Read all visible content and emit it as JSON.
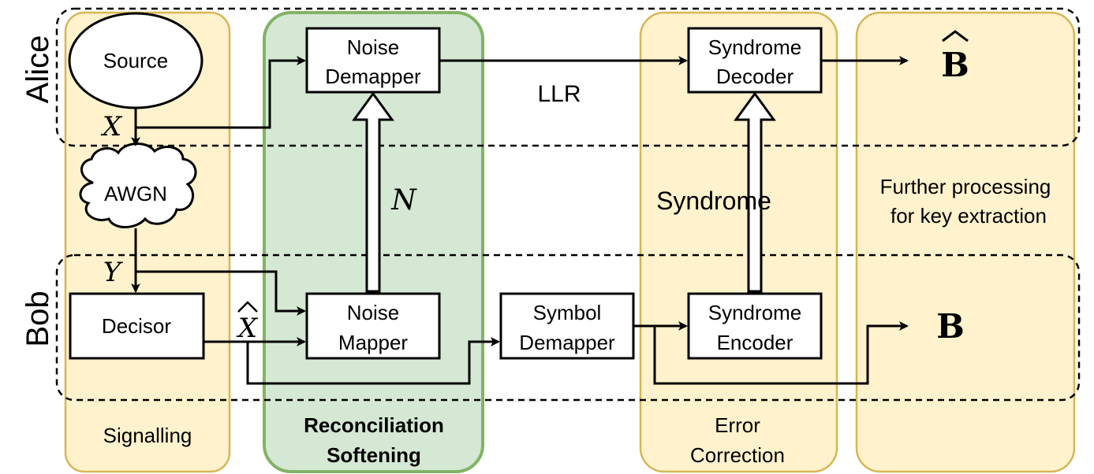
{
  "colors": {
    "yellow_fill": "#fff2cc",
    "yellow_stroke": "#d6b656",
    "green_fill": "#d5e8d4",
    "green_stroke": "#82b366"
  },
  "parties": {
    "alice": "Alice",
    "bob": "Bob"
  },
  "columns": {
    "signalling": "Signalling",
    "reconciliation_line1": "Reconciliation",
    "reconciliation_line2": "Softening",
    "error_line1": "Error",
    "error_line2": "Correction",
    "further_line1": "Further processing",
    "further_line2": "for key extraction"
  },
  "blocks": {
    "source": "Source",
    "awgn": "AWGN",
    "decisor": "Decisor",
    "noise_demapper_line1": "Noise",
    "noise_demapper_line2": "Demapper",
    "noise_mapper_line1": "Noise",
    "noise_mapper_line2": "Mapper",
    "symbol_demapper_line1": "Symbol",
    "symbol_demapper_line2": "Demapper",
    "syndrome_decoder_line1": "Syndrome",
    "syndrome_decoder_line2": "Decoder",
    "syndrome_encoder_line1": "Syndrome",
    "syndrome_encoder_line2": "Encoder"
  },
  "signals": {
    "x": "X",
    "y": "Y",
    "x_hat": "X",
    "n": "N",
    "llr": "LLR",
    "syndrome": "Syndrome",
    "b_hat": "B",
    "b": "B"
  }
}
